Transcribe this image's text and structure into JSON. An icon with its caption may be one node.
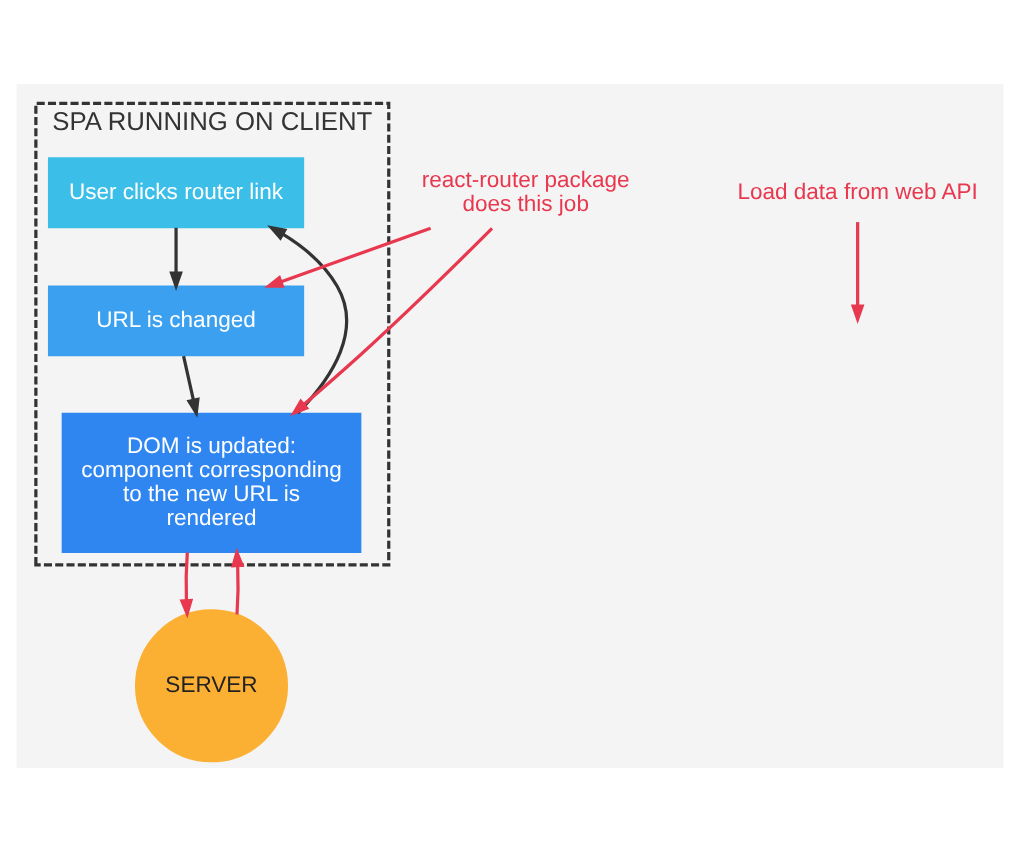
{
  "diagram": {
    "nodes": [
      {
        "text": [
          "SPA RUNNING ON CLIENT"
        ]
      },
      {
        "text": [
          "User clicks router link"
        ],
        "in": 0
      },
      {
        "text": [
          "URL is changed"
        ],
        "in": 0
      },
      {
        "text": [
          "DOM is updated:",
          "component corresponding to the new URL is rendered"
        ],
        "in": 0
      },
      {
        "text": [
          "SERVER"
        ]
      },
      {
        "text": [
          "react-router package does this job"
        ]
      },
      {
        "text": [
          "Load data from web API"
        ]
      }
    ],
    "edges": [
      {
        "from": 1,
        "to": 2,
        "arrow": "to",
        "color": "#333333"
      },
      {
        "from": 2,
        "to": 3,
        "arrow": "to",
        "color": "#333333"
      },
      {
        "from": 3,
        "to": 1,
        "arrow": "to",
        "color": "#333333"
      },
      {
        "from": 5,
        "to": 2,
        "arrow": "to"
      },
      {
        "from": 5,
        "to": 3,
        "arrow": "to"
      },
      {
        "from": 3,
        "to": 4,
        "arrow": "to"
      },
      {
        "from": 4,
        "to": 3,
        "arrow": "to"
      },
      {
        "from": 6,
        "to": null,
        "arrow": "to"
      }
    ]
  }
}
